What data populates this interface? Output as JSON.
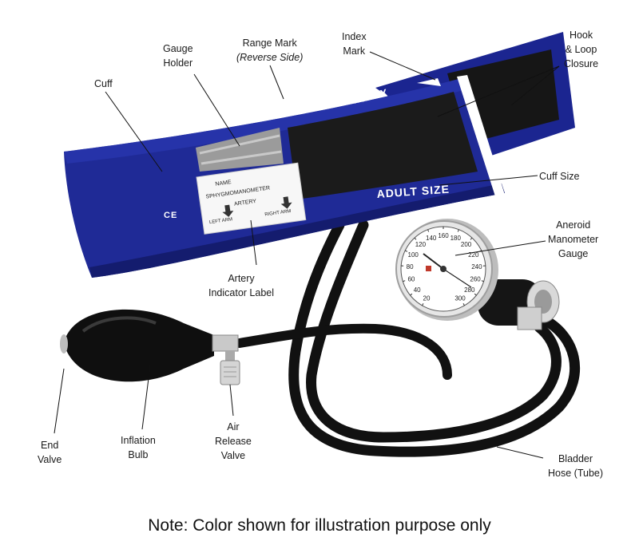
{
  "labels": {
    "cuff": [
      "Cuff"
    ],
    "gauge_holder": [
      "Gauge",
      "Holder"
    ],
    "range_mark": [
      "Range Mark",
      "(Reverse Side)"
    ],
    "index_mark": [
      "Index",
      "Mark"
    ],
    "hook_loop": [
      "Hook",
      "& Loop",
      "Closure"
    ],
    "cuff_size": [
      "Cuff Size"
    ],
    "aneroid": [
      "Aneroid",
      "Manometer",
      "Gauge"
    ],
    "artery": [
      "Artery",
      "Indicator Label"
    ],
    "end_valve": [
      "End",
      "Valve"
    ],
    "inflation_bulb": [
      "Inflation",
      "Bulb"
    ],
    "air_release": [
      "Air",
      "Release",
      "Valve"
    ],
    "bladder_hose": [
      "Bladder",
      "Hose (Tube)"
    ]
  },
  "cuff_print": {
    "index": "INDEX",
    "adult_size": "ADULT SIZE",
    "ce": "CE",
    "label_lines": [
      "NAME",
      "SPHYGMOMANOMETER",
      "ARTERY",
      "LEFT ARM",
      "RIGHT ARM"
    ]
  },
  "gauge_scale": [
    "20",
    "40",
    "60",
    "80",
    "100",
    "120",
    "140",
    "160",
    "180",
    "200",
    "220",
    "240",
    "260",
    "280",
    "300"
  ],
  "note": "Note: Color shown for illustration purpose only",
  "colors": {
    "cuff_blue": "#1f2a96",
    "cuff_dark": "#141c6e",
    "velcro": "#1b1b1b",
    "hose": "#111111",
    "chrome": "#cfcfcf"
  }
}
